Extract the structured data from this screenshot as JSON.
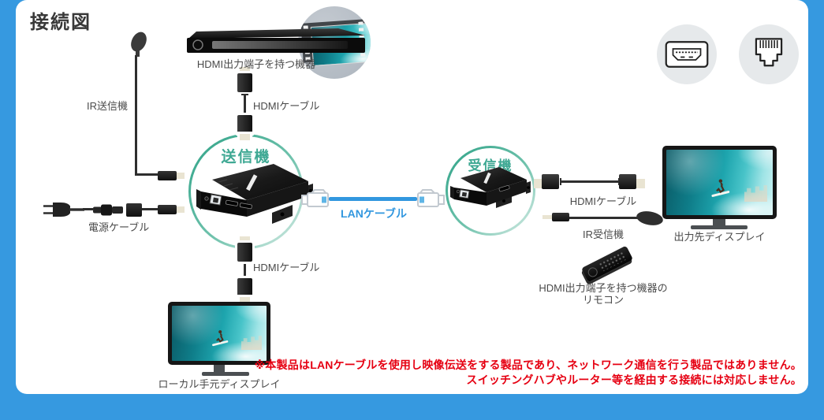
{
  "page": {
    "title": "接続図"
  },
  "colors": {
    "background-blue": "#3699E0",
    "accent-teal": "#3EA893",
    "lan-blue": "#3297DF",
    "warning-red": "#E60012",
    "label-gray": "#4A4A4A"
  },
  "devices": {
    "source": {
      "label": "HDMI出力端子を持つ機器"
    },
    "transmitter": {
      "label": "送信機"
    },
    "receiver": {
      "label": "受信機"
    },
    "local_display": {
      "label": "ローカル手元ディスプレイ"
    },
    "output_display": {
      "label": "出力先ディスプレイ"
    },
    "remote": {
      "label_line1": "HDMI出力端子を持つ機器の",
      "label_line2": "リモコン"
    }
  },
  "cables": {
    "hdmi_source": {
      "label": "HDMIケーブル"
    },
    "hdmi_local": {
      "label": "HDMIケーブル"
    },
    "hdmi_output": {
      "label": "HDMIケーブル"
    },
    "lan": {
      "label": "LANケーブル"
    },
    "power": {
      "label": "電源ケーブル"
    }
  },
  "ir": {
    "transmitter_label": "IR送信機",
    "receiver_label": "IR受信機"
  },
  "icons": {
    "hdmi_port": "hdmi-port",
    "lan_port": "rj45-port",
    "film": "film-strip"
  },
  "notes": {
    "line1": "※本製品はLANケーブルを使用し映像伝送をする製品であり、ネットワーク通信を行う製品ではありません。",
    "line2": "スイッチングハブやルーター等を経由する接続には対応しません。"
  }
}
